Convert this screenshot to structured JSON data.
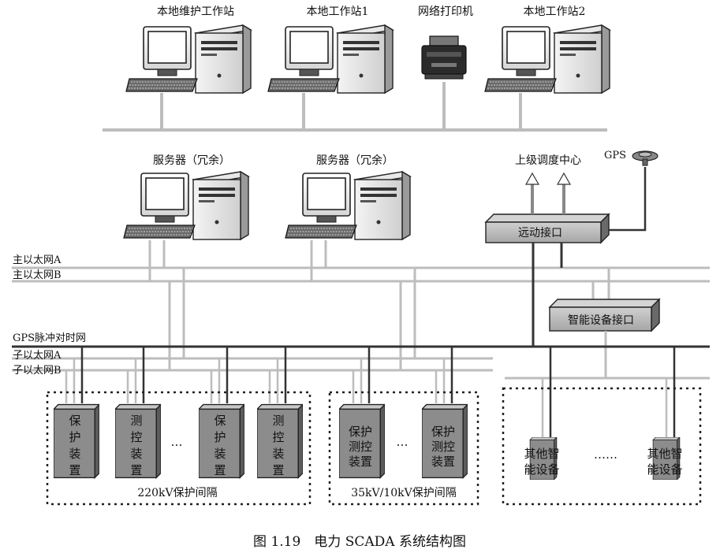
{
  "top_devices": {
    "maint_station": "本地维护工作站",
    "station1": "本地工作站1",
    "printer": "网络打印机",
    "station2": "本地工作站2"
  },
  "servers": {
    "server1": "服务器（冗余）",
    "server2": "服务器（冗余）"
  },
  "dispatch_center": "上级调度中心",
  "gps": "GPS",
  "telecontrol_interface": "远动接口",
  "smart_device_interface": "智能设备接口",
  "networks": {
    "main_a": "主以太网A",
    "main_b": "主以太网B",
    "gps_pulse": "GPS脉冲对时网",
    "sub_a": "子以太网A",
    "sub_b": "子以太网B"
  },
  "bay_220": {
    "devices": [
      [
        "保",
        "护",
        "装",
        "置"
      ],
      [
        "测",
        "控",
        "装",
        "置"
      ],
      [
        "保",
        "护",
        "装",
        "置"
      ],
      [
        "测",
        "控",
        "装",
        "置"
      ]
    ],
    "ellipsis": "…",
    "label": "220kV保护间隔"
  },
  "bay_35": {
    "devices": [
      [
        "保护",
        "测控",
        "装置"
      ],
      [
        "保护",
        "测控",
        "装置"
      ]
    ],
    "ellipsis": "…",
    "label": "35kV/10kV保护间隔"
  },
  "other_devices": {
    "devices": [
      [
        "其他智",
        "能设备"
      ],
      [
        "其他智",
        "能设备"
      ]
    ],
    "ellipsis": "……"
  },
  "caption": "图 1.19　电力 SCADA 系统结构图",
  "colors": {
    "line_light": "#bdbdbd",
    "line_dark": "#333333",
    "device_fill": "#8a8a8a",
    "box_fill": "#b8b8b8"
  }
}
